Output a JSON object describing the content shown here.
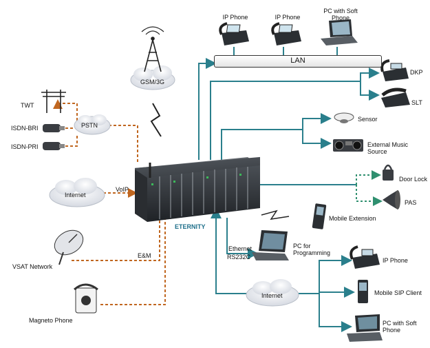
{
  "labels": {
    "ip_phone_1": "IP Phone",
    "ip_phone_2": "IP Phone",
    "pc_soft_phone_top": "PC with Soft Phone",
    "lan": "LAN",
    "gsm": "GSM/3G",
    "dkp": "DKP",
    "slt": "SLT",
    "sensor": "Sensor",
    "ext_music": "External Music Source",
    "twt": "TWT",
    "pstn": "PSTN",
    "isdn_bri": "ISDN-BRI",
    "isdn_pri": "ISDN-PRI",
    "internet_left": "Internet",
    "voip": "VoIP",
    "door_lock": "Door Lock",
    "pas": "PAS",
    "eternity": "ETERNITY",
    "mobile_extension": "Mobile Extension",
    "ethernet": "Ethernet",
    "rs232c": "RS232C",
    "pc_programming": "PC for Programming",
    "vsat": "VSAT Network",
    "em": "E&M",
    "ip_phone_bottom": "IP Phone",
    "internet_bottom": "Internet",
    "mobile_sip": "Mobile SIP Client",
    "pc_soft_phone_bottom": "PC with Soft Phone",
    "magneto": "Magneto Phone"
  },
  "colors": {
    "teal_line": "#2a7f8c",
    "orange_dashed": "#c0661f",
    "green_dashed": "#2f8f6f",
    "device_dark": "#2b2f33",
    "cloud": "#eef0f4"
  }
}
